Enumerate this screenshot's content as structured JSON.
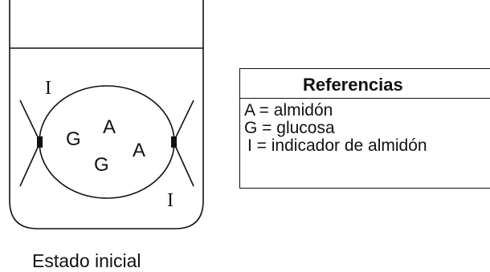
{
  "diagram": {
    "labels": {
      "indicator_top": "I",
      "indicator_bottom": "I",
      "glucose_1": "G",
      "glucose_2": "G",
      "starch_1": "A",
      "starch_2": "A"
    },
    "legend": {
      "title": "Referencias",
      "items": [
        "A = almidón",
        "G = glucosa",
        "I = indicador de almidón"
      ]
    },
    "caption": "Estado inicial"
  }
}
